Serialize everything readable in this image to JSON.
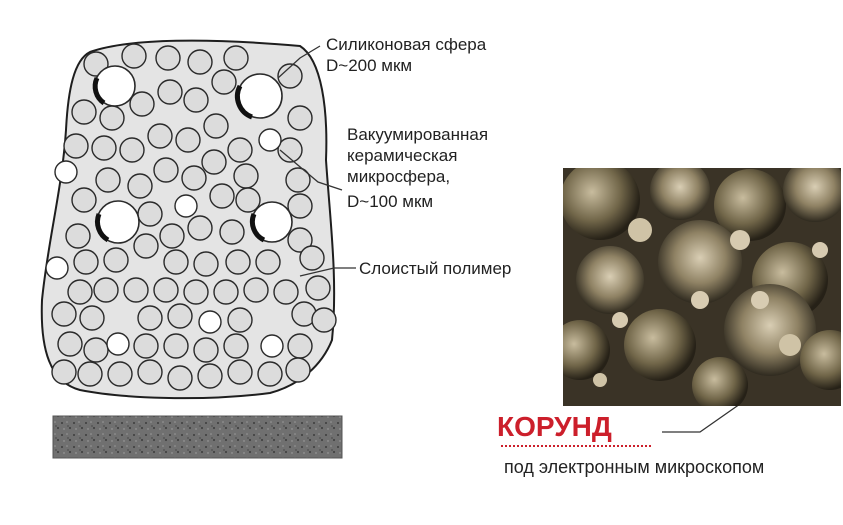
{
  "labels": {
    "silicone_sphere": "Силиконовая сфера",
    "silicone_sphere_size": "D~200 мкм",
    "ceramic_line1": "Вакуумированная",
    "ceramic_line2": "керамическая",
    "ceramic_line3": "микросфера,",
    "ceramic_size": "D~100 мкм",
    "polymer": "Слоистый полимер",
    "microscope": "под электронным микроскопом"
  },
  "logo": {
    "name": "КОРУНД",
    "brand_color": "#cc1f2b"
  },
  "colors": {
    "polymer_fill": "#e4e4e4",
    "sphere_fill": "#dcdcdc",
    "sphere_stroke": "#2a2a2a",
    "substrate_fill": "#6a6a6a",
    "photo_dark": "#3a3326",
    "photo_light": "#b8ab90"
  }
}
